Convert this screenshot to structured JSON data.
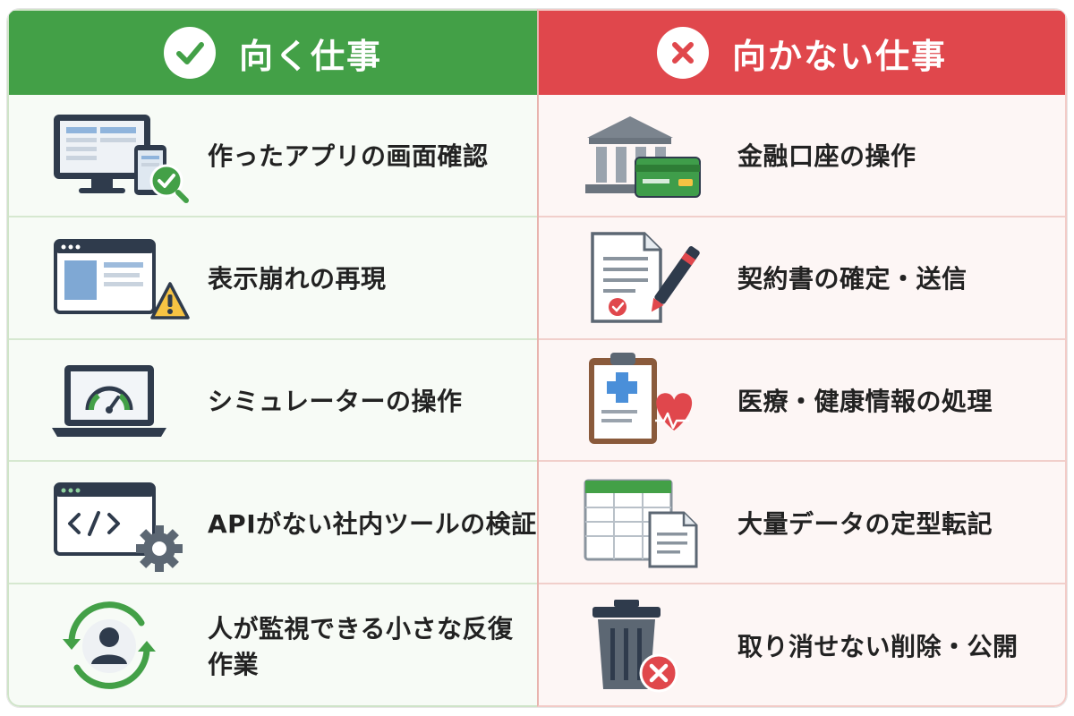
{
  "good": {
    "title": "向く仕事",
    "header_color": "#43a047",
    "badge_icon": "check-icon",
    "items": [
      {
        "label": "作ったアプリの画面確認",
        "icon": "app-screen-check-icon"
      },
      {
        "label": "表示崩れの再現",
        "icon": "layout-warning-icon"
      },
      {
        "label": "シミュレーターの操作",
        "icon": "simulator-gauge-icon"
      },
      {
        "label": "APIがない社内ツールの検証",
        "icon": "code-gear-icon"
      },
      {
        "label": "人が監視できる小さな反復作業",
        "icon": "person-repeat-icon"
      }
    ]
  },
  "bad": {
    "title": "向かない仕事",
    "header_color": "#e0474c",
    "badge_icon": "x-icon",
    "items": [
      {
        "label": "金融口座の操作",
        "icon": "bank-card-icon"
      },
      {
        "label": "契約書の確定・送信",
        "icon": "contract-pen-icon"
      },
      {
        "label": "医療・健康情報の処理",
        "icon": "medical-clipboard-icon"
      },
      {
        "label": "大量データの定型転記",
        "icon": "spreadsheet-document-icon"
      },
      {
        "label": "取り消せない削除・公開",
        "icon": "trash-x-icon"
      }
    ]
  }
}
